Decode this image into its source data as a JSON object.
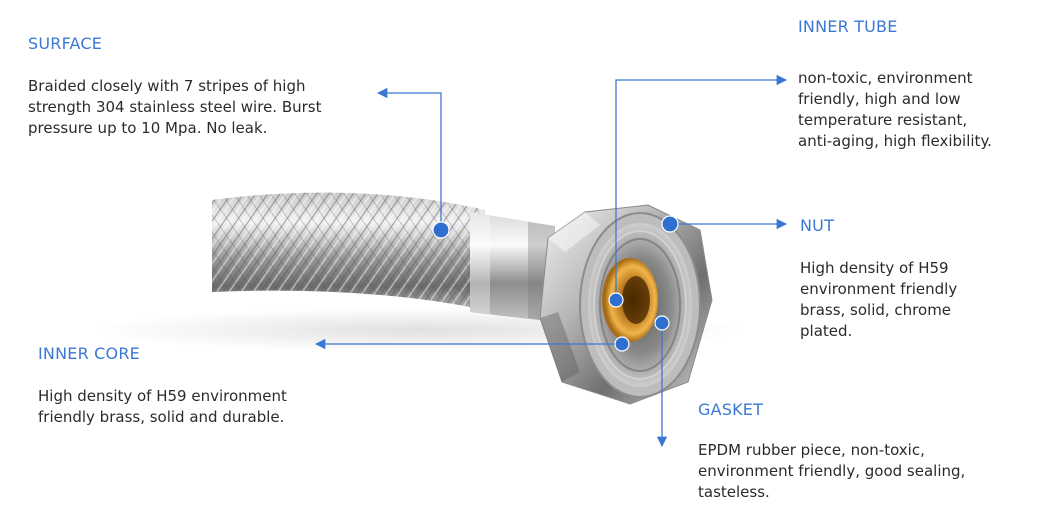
{
  "colors": {
    "accent": "#3a78d4",
    "heading": "#3a78d4",
    "text": "#2b2b2b",
    "background": "#ffffff"
  },
  "callouts": {
    "surface": {
      "title": "SURFACE",
      "lines": [
        "Braided closely with 7 stripes of high",
        "strength 304 stainless steel wire. Burst",
        "pressure up to 10 Mpa. No leak."
      ]
    },
    "inner_tube": {
      "title": "INNER TUBE",
      "lines": [
        "non-toxic, environment",
        "friendly, high and low",
        "temperature resistant,",
        "anti-aging, high flexibility."
      ]
    },
    "nut": {
      "title": "NUT",
      "lines": [
        "High density of H59",
        "environment friendly",
        "brass, solid, chrome",
        "plated."
      ]
    },
    "inner_core": {
      "title": "INNER CORE",
      "lines": [
        "High density of H59 environment",
        "friendly brass, solid and durable."
      ]
    },
    "gasket": {
      "title": "GASKET",
      "lines": [
        "EPDM rubber piece, non-toxic,",
        "environment friendly, good sealing,",
        "tasteless."
      ]
    }
  }
}
